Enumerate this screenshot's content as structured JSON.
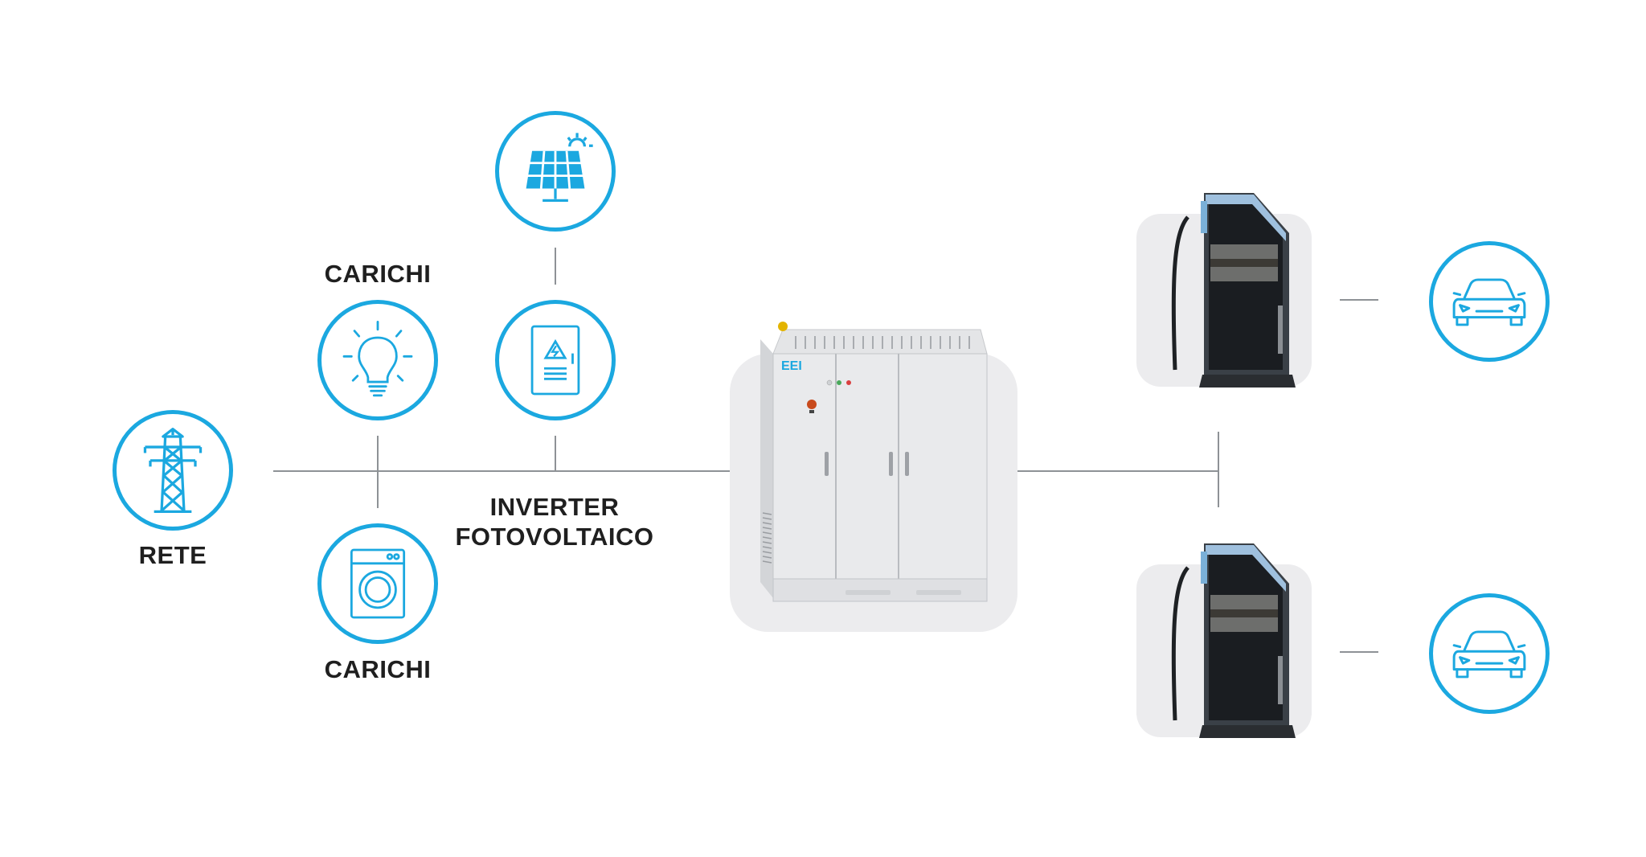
{
  "labels": {
    "rete": "RETE",
    "carichi_top": "CARICHI",
    "carichi_bottom": "CARICHI",
    "inverter_line1": "INVERTER",
    "inverter_line2": "FOTOVOLTAICO"
  },
  "cabinet_brand": "EEI",
  "icons": {
    "grid": "power-tower-icon",
    "solar": "solar-panel-icon",
    "bulb": "light-bulb-icon",
    "inverter": "inverter-box-icon",
    "washer": "washing-machine-icon",
    "car": "car-icon"
  },
  "colors": {
    "accent": "#1ba8e0",
    "line": "#8e9296",
    "text": "#1f1f1f",
    "tile": "#ececee"
  }
}
